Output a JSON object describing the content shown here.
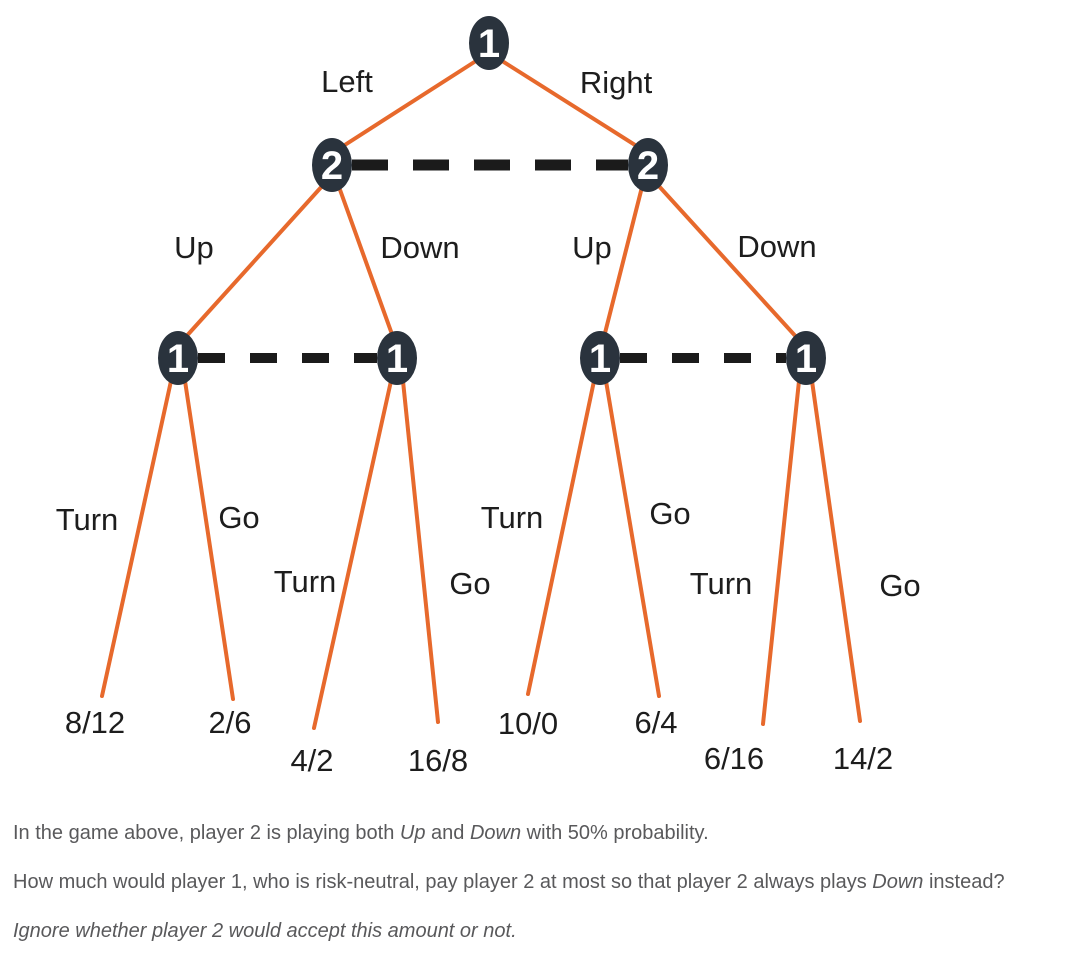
{
  "tree": {
    "nodes": [
      {
        "name": "root",
        "label": "1"
      },
      {
        "name": "left-player2",
        "label": "2"
      },
      {
        "name": "right-player2",
        "label": "2"
      },
      {
        "name": "leftmost-player1",
        "label": "1"
      },
      {
        "name": "mid-left-player1",
        "label": "1"
      },
      {
        "name": "mid-right-player1",
        "label": "1"
      },
      {
        "name": "rightmost-player1",
        "label": "1"
      }
    ],
    "edge_labels": [
      {
        "name": "left",
        "text": "Left"
      },
      {
        "name": "right",
        "text": "Right"
      },
      {
        "name": "up-left",
        "text": "Up"
      },
      {
        "name": "down-left",
        "text": "Down"
      },
      {
        "name": "up-right",
        "text": "Up"
      },
      {
        "name": "down-right",
        "text": "Down"
      },
      {
        "name": "turn-1",
        "text": "Turn"
      },
      {
        "name": "go-1",
        "text": "Go"
      },
      {
        "name": "turn-2",
        "text": "Turn"
      },
      {
        "name": "go-2",
        "text": "Go"
      },
      {
        "name": "turn-3",
        "text": "Turn"
      },
      {
        "name": "go-3",
        "text": "Go"
      },
      {
        "name": "turn-4",
        "text": "Turn"
      },
      {
        "name": "go-4",
        "text": "Go"
      }
    ],
    "payoffs": [
      "8/12",
      "2/6",
      "4/2",
      "16/8",
      "10/0",
      "6/4",
      "6/16",
      "14/2"
    ],
    "colors": {
      "edge": "#e7692c",
      "node_fill": "#2a333d",
      "node_text": "#ffffff",
      "infoset_dash": "#1b1b1b",
      "label_text": "#1d1d1d"
    }
  },
  "question": {
    "line1": {
      "pre": "In the game above, player 2 is playing both ",
      "italic1": "Up",
      "mid": " and ",
      "italic2": "Down",
      "post": " with 50% probability."
    },
    "line2": {
      "pre": "How much would player 1, who is risk-neutral, pay player 2 at most so that player 2 always plays ",
      "italic1": "Down",
      "post": " instead?"
    },
    "line3": "Ignore whether player 2 would accept this amount or not."
  }
}
